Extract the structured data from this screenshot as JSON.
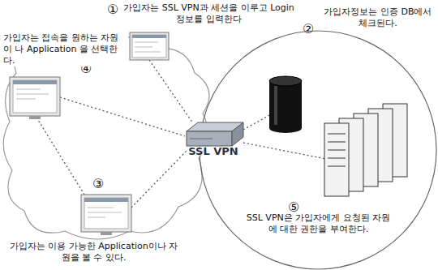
{
  "diagram": {
    "nodes": [
      {
        "text": [
          "⑤",
          "SSL VPN은 가입자에게 요청된 자원에 대한 권한을 부여한다."
        ]
      },
      {
        "text": [
          "SSL VPN"
        ]
      }
    ],
    "labels": [
      "①",
      "가입자는 SSL VPN과 세션을 이루고 Login 정보를 입력한다",
      "②",
      "가입자정보는 인증 DB에서 체크된다.",
      "④",
      "가입자는 접속을 원하는 자원이 나 Application 을 선택한다.",
      "③",
      "가입자는 이용 가능한 Application이나 자원을 볼 수 있다."
    ]
  }
}
